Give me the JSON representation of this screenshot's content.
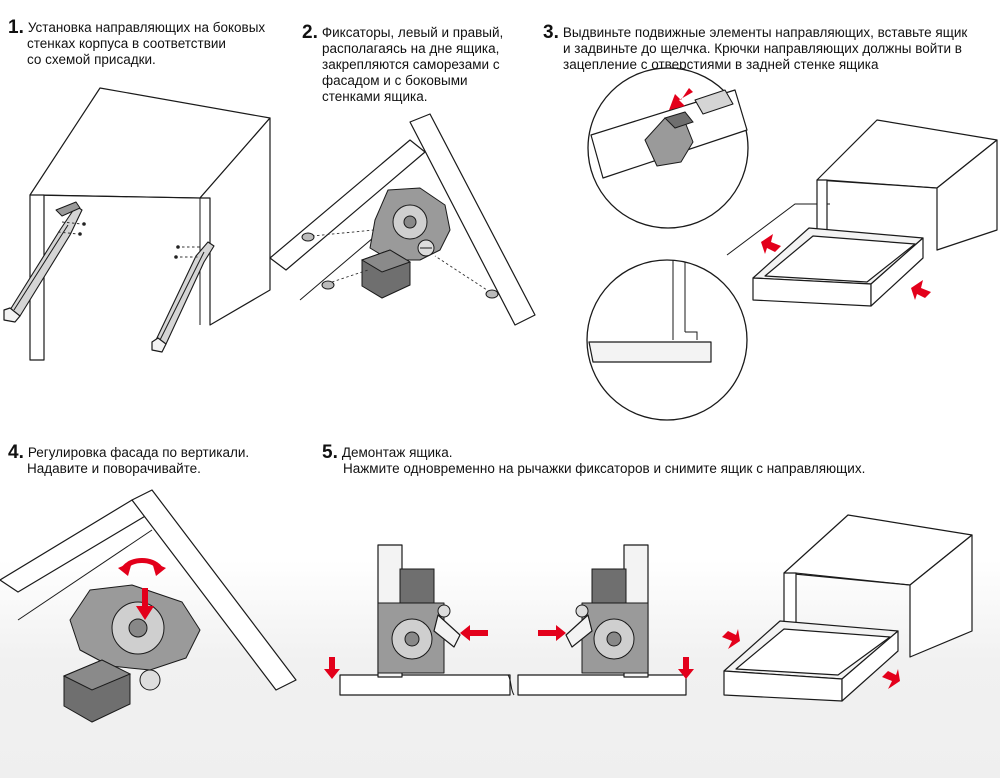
{
  "steps": [
    {
      "number": "1.",
      "lines": [
        "Установка направляющих на боковых",
        "стенках корпуса в соответствии",
        "со схемой присадки."
      ]
    },
    {
      "number": "2.",
      "lines": [
        "Фиксаторы, левый и правый,",
        "располагаясь на дне ящика,",
        "закрепляются саморезами с",
        "фасадом и с боковыми",
        "стенками ящика."
      ]
    },
    {
      "number": "3.",
      "lines": [
        "Выдвиньте подвижные элементы направляющих, вставьте ящик",
        "и задвиньте до щелчка.   Крючки направляющих должны войти в",
        "зацепление с отверстиями в задней стенке ящика"
      ]
    },
    {
      "number": "4.",
      "lines": [
        "Регулировка фасада по вертикали.",
        "Надавите и поворачивайте."
      ]
    },
    {
      "number": "5.",
      "lines": [
        "Демонтаж ящика.",
        "Нажмите одновременно на рычажки фиксаторов и снимите ящик с направляющих."
      ]
    }
  ],
  "colors": {
    "arrow": "#e3001b",
    "line": "#1a1a1a",
    "mechanism": "#9a9a9a"
  }
}
